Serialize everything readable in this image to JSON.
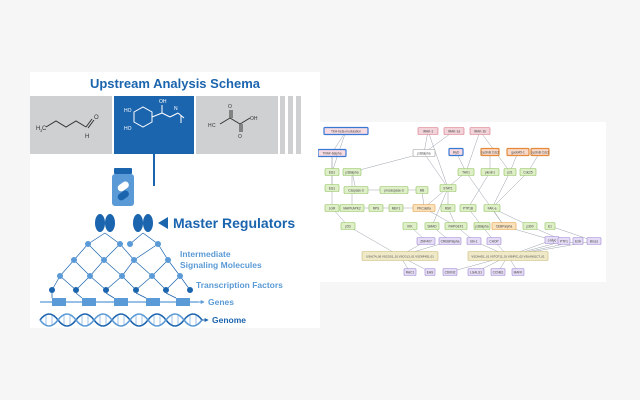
{
  "schema": {
    "title": "Upstream Analysis Schema",
    "molecule_labels": {
      "ch3": "H",
      "c3sub": "3",
      "c": "C",
      "o": "O",
      "h": "H",
      "ho": "HO",
      "oh": "OH",
      "n": "N"
    }
  },
  "hierarchy": {
    "master_regulators": "Master Regulators",
    "intermediate_line1": "Intermediate",
    "intermediate_line2": "Signaling Molecules",
    "transcription_factors": "Transcription Factors",
    "genes": "Genes",
    "genome": "Genome"
  },
  "colors": {
    "brand_blue": "#1b64ae",
    "light_blue": "#5a9ad6",
    "gray_box": "#cfd0d2",
    "red_node": "#e07a7a",
    "green_node": "#9ed07a",
    "purple_node": "#a98fd8",
    "orange_node": "#f2b25c",
    "tan_node": "#e8e0b0"
  },
  "network": {
    "nodes": [
      {
        "id": "n1",
        "label": "TKA-beta-modulation",
        "color": "blue-pink"
      },
      {
        "id": "n2",
        "label": "IRAK-1",
        "color": "pink"
      },
      {
        "id": "n3",
        "label": "IRAK-1a",
        "color": "pink"
      },
      {
        "id": "n4",
        "label": "IRAK-1b",
        "color": "pink"
      },
      {
        "id": "n5",
        "label": "TRAF-6alpha",
        "color": "blue-pink"
      },
      {
        "id": "n6",
        "label": "p38alpha",
        "color": "white"
      },
      {
        "id": "n7",
        "label": "MyD",
        "color": "blue-pink"
      },
      {
        "id": "n8",
        "label": "cyclinB Cdc1",
        "color": "orange-pink"
      },
      {
        "id": "n9",
        "label": "gadd45-1",
        "color": "orange-pink"
      },
      {
        "id": "n10",
        "label": "cyclinB Cdc1",
        "color": "orange-pink"
      },
      {
        "id": "n11",
        "label": "Ets1",
        "color": "green"
      },
      {
        "id": "n12",
        "label": "p38alpha",
        "color": "green"
      },
      {
        "id": "n13",
        "label": "TAK1",
        "color": "green"
      },
      {
        "id": "n14",
        "label": "plexin1",
        "color": "green"
      },
      {
        "id": "n15",
        "label": "p21",
        "color": "green"
      },
      {
        "id": "n16",
        "label": "Cdc25",
        "color": "green"
      },
      {
        "id": "n17",
        "label": "Ets1",
        "color": "green"
      },
      {
        "id": "n18",
        "label": "Caspase-3",
        "color": "green"
      },
      {
        "id": "n19",
        "label": "procaspase-3",
        "color": "green"
      },
      {
        "id": "n20",
        "label": "IkB",
        "color": "green"
      },
      {
        "id": "n21",
        "label": "STAT1",
        "color": "green"
      },
      {
        "id": "n22",
        "label": "LGR",
        "color": "green"
      },
      {
        "id": "n23",
        "label": "MAPKAPK2",
        "color": "green"
      },
      {
        "id": "n24",
        "label": "RPS",
        "color": "green"
      },
      {
        "id": "n25",
        "label": "MEF1",
        "color": "green"
      },
      {
        "id": "n26",
        "label": "PKCdelta",
        "color": "orange"
      },
      {
        "id": "n27",
        "label": "RSK",
        "color": "green"
      },
      {
        "id": "n28",
        "label": "PTP1B",
        "color": "green"
      },
      {
        "id": "n29",
        "label": "FAK-a",
        "color": "green"
      },
      {
        "id": "n30",
        "label": "p53",
        "color": "green"
      },
      {
        "id": "n31",
        "label": "IKK",
        "color": "green"
      },
      {
        "id": "n32",
        "label": "SMAD",
        "color": "green"
      },
      {
        "id": "n33",
        "label": "RAPGEF1",
        "color": "green"
      },
      {
        "id": "n34",
        "label": "p38alpha",
        "color": "green"
      },
      {
        "id": "n35",
        "label": "CEBPalpha",
        "color": "orange"
      },
      {
        "id": "n36",
        "label": "p300",
        "color": "green"
      },
      {
        "id": "n37",
        "label": "E1",
        "color": "green"
      },
      {
        "id": "n38",
        "label": "ZNF407",
        "color": "purple"
      },
      {
        "id": "n39",
        "label": "CREBPalpha",
        "color": "purple"
      },
      {
        "id": "n40",
        "label": "Elk-1",
        "color": "purple"
      },
      {
        "id": "n41",
        "label": "CHOP",
        "color": "purple"
      },
      {
        "id": "n42",
        "label": "c-Myc",
        "color": "purple"
      },
      {
        "id": "n43",
        "label": "PTF1",
        "color": "purple"
      },
      {
        "id": "n44",
        "label": "E2A",
        "color": "purple"
      },
      {
        "id": "n45",
        "label": "Brca1",
        "color": "purple"
      },
      {
        "id": "n46",
        "label": "USALT4_06 VSCGS1_01 VSCGL3_01 VSZNF402_01",
        "color": "tan"
      },
      {
        "id": "n47",
        "label": "VSCHAD1_01 VSTCF12_01 VSNFIC_02 VSUAN01CT_01",
        "color": "tan"
      },
      {
        "id": "n48",
        "label": "RAC1",
        "color": "purple"
      },
      {
        "id": "n49",
        "label": "EHS",
        "color": "purple"
      },
      {
        "id": "n50",
        "label": "CDKN2",
        "color": "purple"
      },
      {
        "id": "n51",
        "label": "LGALS1",
        "color": "purple"
      },
      {
        "id": "n52",
        "label": "CCNB1",
        "color": "purple"
      },
      {
        "id": "n53",
        "label": "MAFK",
        "color": "purple"
      }
    ]
  }
}
